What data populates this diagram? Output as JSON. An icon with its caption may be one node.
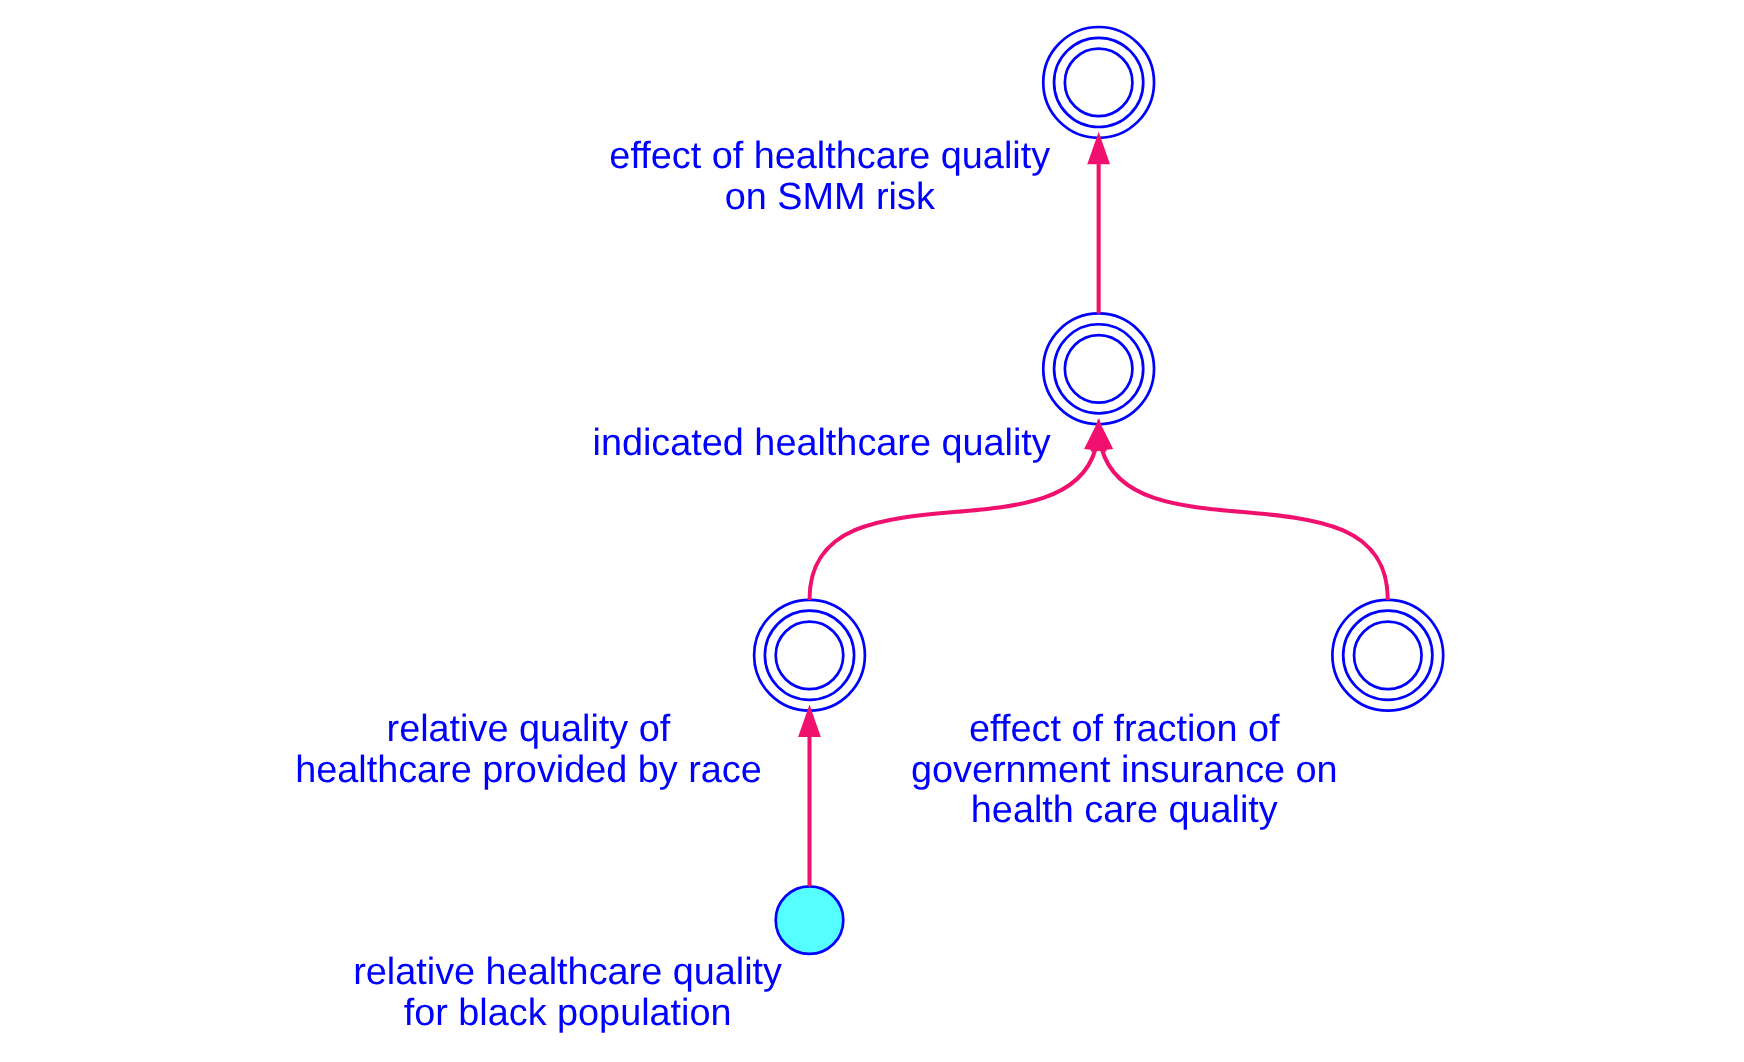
{
  "diagram": {
    "nodes": [
      {
        "text": [
          "effect of healthcare quality on SMM risk"
        ]
      },
      {
        "text": [
          "indicated healthcare quality"
        ]
      },
      {
        "text": [
          "relative quality of healthcare provided by race"
        ]
      },
      {
        "text": [
          "relative healthcare quality for black population"
        ]
      },
      {
        "text": [
          "effect of fraction of government insurance on health care quality"
        ]
      }
    ],
    "edges": [
      {
        "from": 1,
        "to": 0,
        "arrow": "to"
      },
      {
        "from": 2,
        "to": 1,
        "arrow": "to"
      },
      {
        "from": 3,
        "to": 2,
        "arrow": "to"
      },
      {
        "from": 4,
        "to": 1,
        "arrow": "to"
      }
    ]
  }
}
